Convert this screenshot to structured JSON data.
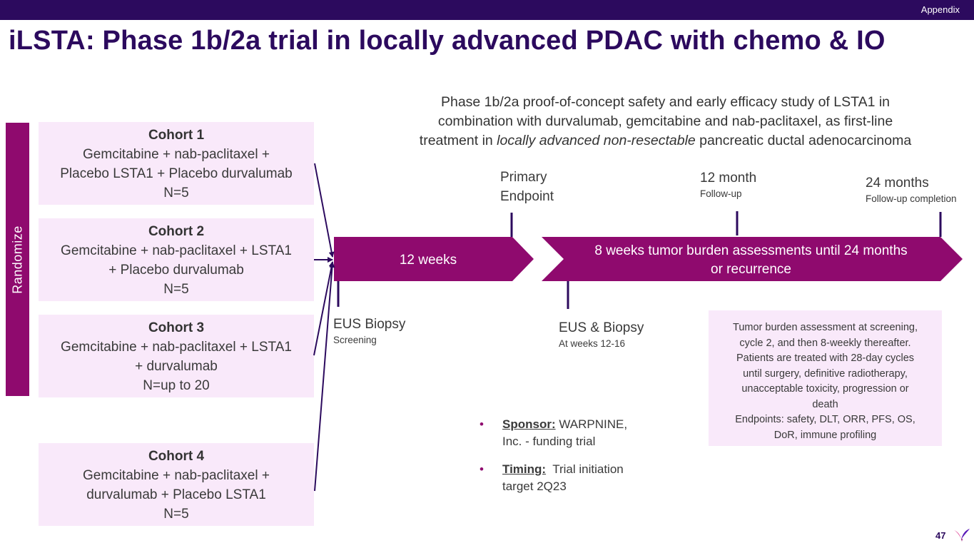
{
  "header": {
    "section_label": "Appendix",
    "title": "iLSTA: Phase 1b/2a trial in locally advanced PDAC with chemo & IO"
  },
  "subtitle": {
    "line1": "Phase 1b/2a proof-of-concept safety and early efficacy study of LSTA1 in",
    "line2": "combination with durvalumab, gemcitabine and nab-paclitaxel, as first-line",
    "line3_prefix": "treatment in ",
    "line3_italic": "locally advanced non-resectable",
    "line3_suffix": " pancreatic ductal adenocarcinoma"
  },
  "randomize_label": "Randomize",
  "cohorts": [
    {
      "heading": "Cohort 1",
      "line1": "Gemcitabine + nab-paclitaxel +",
      "line2": "Placebo LSTA1 + Placebo durvalumab",
      "n": "N=5"
    },
    {
      "heading": "Cohort 2",
      "line1": "Gemcitabine + nab-paclitaxel + LSTA1",
      "line2": "+ Placebo durvalumab",
      "n": "N=5"
    },
    {
      "heading": "Cohort 3",
      "line1": "Gemcitabine + nab-paclitaxel + LSTA1",
      "line2": "+ durvalumab",
      "n": "N=up to 20"
    },
    {
      "heading": "Cohort 4",
      "line1": "Gemcitabine + nab-paclitaxel +",
      "line2": "durvalumab + Placebo LSTA1",
      "n": "N=5"
    }
  ],
  "timeline": {
    "phase1_label": "12 weeks",
    "phase2_line1": "8 weeks tumor burden assessments until 24 months",
    "phase2_line2": "or recurrence",
    "markers_top": [
      {
        "title_line1": "Primary",
        "title_line2": "Endpoint",
        "sub": ""
      },
      {
        "title_line1": "12 month",
        "title_line2": "",
        "sub": "Follow-up"
      },
      {
        "title_line1": "24 months",
        "title_line2": "",
        "sub": "Follow-up completion"
      }
    ],
    "markers_bottom": [
      {
        "title": "EUS Biopsy",
        "sub": "Screening"
      },
      {
        "title": "EUS & Biopsy",
        "sub": "At weeks 12-16"
      }
    ]
  },
  "info_box": {
    "lines": [
      "Tumor burden assessment at screening,",
      "cycle 2, and then 8-weekly thereafter.",
      "Patients are treated with 28-day cycles",
      "until surgery, definitive radiotherapy,",
      "unacceptable toxicity, progression or",
      "death",
      "Endpoints: safety, DLT, ORR, PFS, OS,",
      "DoR, immune profiling"
    ]
  },
  "bullets": [
    {
      "label": "Sponsor:",
      "text": " WARPNINE, Inc. - funding trial"
    },
    {
      "label": "Timing:",
      "text": "  Trial initiation target 2Q23"
    }
  ],
  "footer": {
    "page_number": "47"
  },
  "colors": {
    "brand_dark": "#2c0a5e",
    "brand_magenta": "#8f0a6e",
    "cohort_bg": "#f9e9fa"
  }
}
